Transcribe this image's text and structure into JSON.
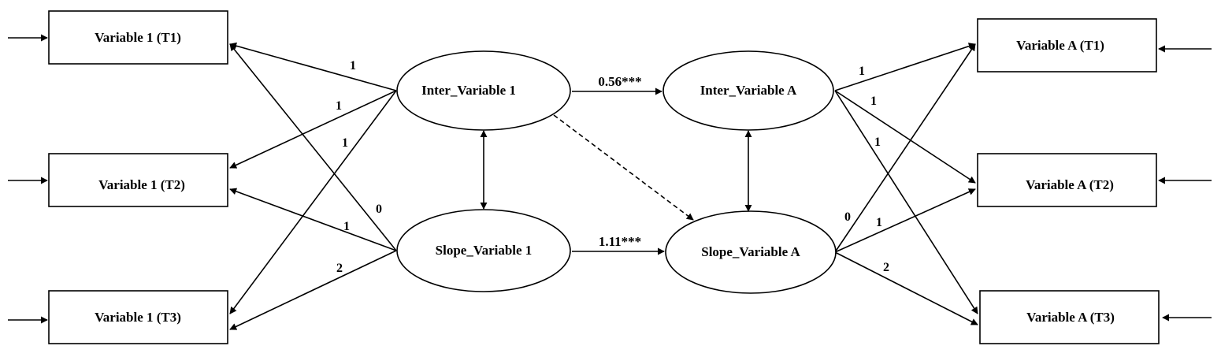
{
  "observed_left": [
    {
      "id": "v1_t1",
      "label": "Variable 1 (T1)"
    },
    {
      "id": "v1_t2",
      "label": "Variable 1 (T2)"
    },
    {
      "id": "v1_t3",
      "label": "Variable 1 (T3)"
    }
  ],
  "observed_right": [
    {
      "id": "va_t1",
      "label": "Variable A (T1)"
    },
    {
      "id": "va_t2",
      "label": "Variable A (T2)"
    },
    {
      "id": "va_t3",
      "label": "Variable A (T3)"
    }
  ],
  "latent": [
    {
      "id": "inter_v1",
      "label": "Inter_Variable 1"
    },
    {
      "id": "slope_v1",
      "label": "Slope_Variable 1"
    },
    {
      "id": "inter_va",
      "label": "Inter_Variable A"
    },
    {
      "id": "slope_va",
      "label": "Slope_Variable A"
    }
  ],
  "loadings": {
    "inter_v1": [
      "1",
      "1",
      "1"
    ],
    "slope_v1": [
      "0",
      "1",
      "2"
    ],
    "inter_va": [
      "1",
      "1",
      "1"
    ],
    "slope_va": [
      "0",
      "1",
      "2"
    ]
  },
  "structural_paths": [
    {
      "id": "intercept_path",
      "from": "inter_v1",
      "to": "inter_va",
      "label": "0.56***",
      "style": "solid"
    },
    {
      "id": "slope_path",
      "from": "slope_v1",
      "to": "slope_va",
      "label": "1.11***",
      "style": "solid"
    },
    {
      "id": "cross_path",
      "from": "inter_v1",
      "to": "slope_va",
      "label": "",
      "style": "dashed"
    }
  ],
  "colors": {
    "stroke": "#000000",
    "fill": "#ffffff"
  }
}
